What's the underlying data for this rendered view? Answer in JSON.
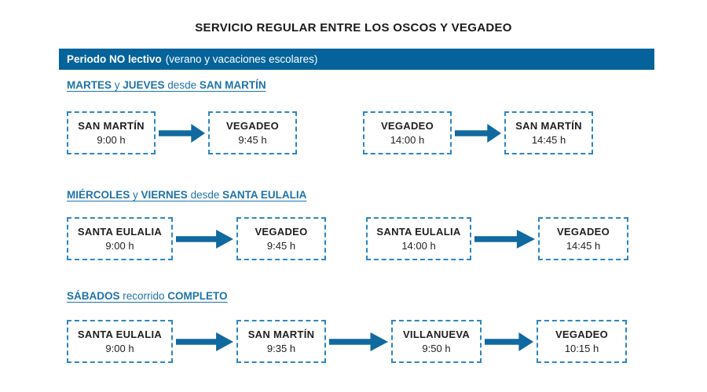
{
  "title": "SERVICIO REGULAR ENTRE LOS OSCOS Y VEGADEO",
  "banner": {
    "bold": "Periodo NO lectivo",
    "regular": "(verano y vacaciones escolares)"
  },
  "colors": {
    "banner_bg": "#05639B",
    "banner_text": "#FFFFFF",
    "heading_text": "#1E73A9",
    "box_border": "#2E86C3",
    "arrow": "#10699F",
    "title_text": "#1A1A1A",
    "station_text": "#1F1F1F"
  },
  "sections": [
    {
      "heading_parts": [
        {
          "text": "MARTES",
          "bold": true
        },
        {
          "text": " y ",
          "bold": false
        },
        {
          "text": "JUEVES",
          "bold": true
        },
        {
          "text": " desde ",
          "bold": false
        },
        {
          "text": "SAN MARTÍN",
          "bold": true
        }
      ],
      "groups": [
        {
          "stops": [
            {
              "station": "SAN MARTÍN",
              "time": "9:00 h"
            },
            {
              "station": "VEGADEO",
              "time": "9:45 h"
            }
          ]
        },
        {
          "stops": [
            {
              "station": "VEGADEO",
              "time": "14:00 h"
            },
            {
              "station": "SAN MARTÍN",
              "time": "14:45 h"
            }
          ]
        }
      ]
    },
    {
      "heading_parts": [
        {
          "text": "MIÉRCOLES",
          "bold": true
        },
        {
          "text": " y ",
          "bold": false
        },
        {
          "text": "VIERNES",
          "bold": true
        },
        {
          "text": " desde ",
          "bold": false
        },
        {
          "text": "SANTA EULALIA",
          "bold": true
        }
      ],
      "groups": [
        {
          "stops": [
            {
              "station": "SANTA EULALIA",
              "time": "9:00 h"
            },
            {
              "station": "VEGADEO",
              "time": "9:45 h"
            }
          ]
        },
        {
          "stops": [
            {
              "station": "SANTA EULALIA",
              "time": "14:00 h"
            },
            {
              "station": "VEGADEO",
              "time": "14:45 h"
            }
          ]
        }
      ]
    },
    {
      "heading_parts": [
        {
          "text": "SÁBADOS",
          "bold": true
        },
        {
          "text": " recorrido ",
          "bold": false
        },
        {
          "text": "COMPLETO",
          "bold": true
        }
      ],
      "groups": [
        {
          "stops": [
            {
              "station": "SANTA EULALIA",
              "time": "9:00 h"
            },
            {
              "station": "SAN MARTÍN",
              "time": "9:35 h"
            },
            {
              "station": "VILLANUEVA",
              "time": "9:50 h"
            },
            {
              "station": "VEGADEO",
              "time": "10:15 h"
            }
          ]
        }
      ]
    }
  ]
}
